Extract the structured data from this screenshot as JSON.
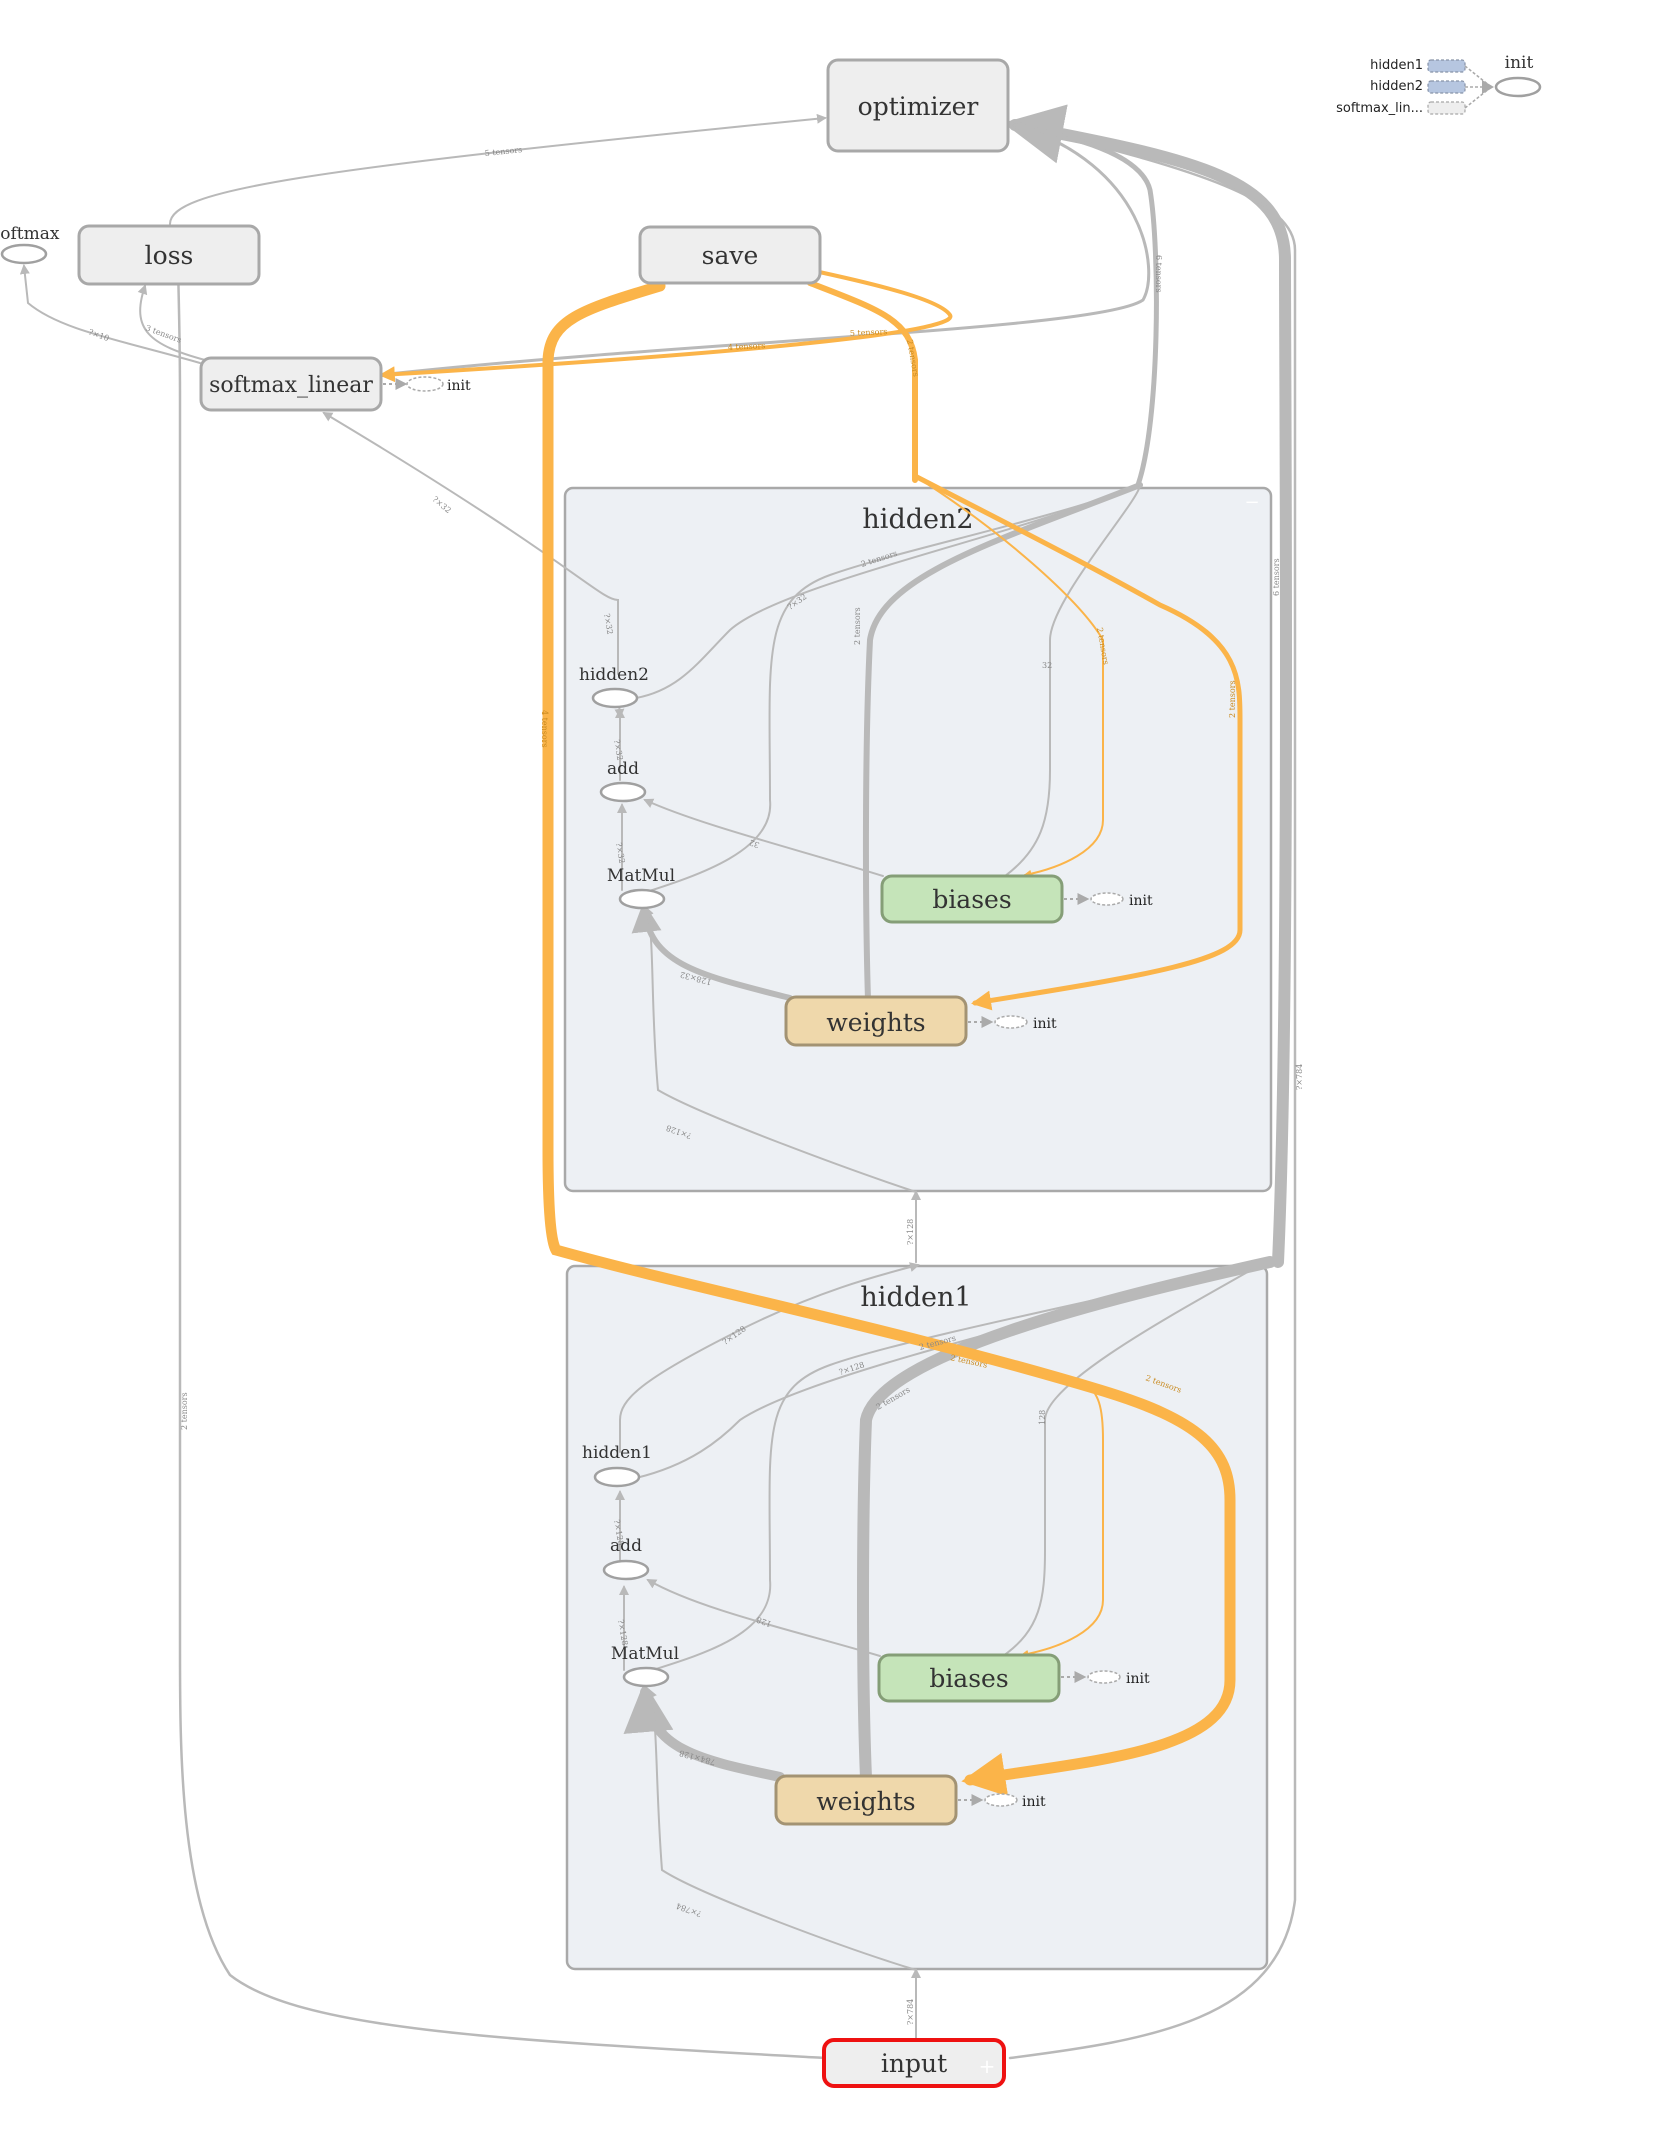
{
  "nodes": {
    "optimizer": "optimizer",
    "loss": "loss",
    "save": "save",
    "softmax_linear": "softmax_linear",
    "softmax_op": "Softmax",
    "input": "input",
    "init": "init",
    "init_legend": "init"
  },
  "hidden2": {
    "title": "hidden2",
    "op_output": "hidden2",
    "op_add": "add",
    "op_matmul": "MatMul",
    "biases": "biases",
    "weights": "weights",
    "biases_init": "init",
    "weights_init": "init"
  },
  "hidden1": {
    "title": "hidden1",
    "op_output": "hidden1",
    "op_add": "add",
    "op_matmul": "MatMul",
    "biases": "biases",
    "weights": "weights",
    "biases_init": "init",
    "weights_init": "init"
  },
  "legend": [
    "hidden1",
    "hidden2",
    "softmax_lin..."
  ],
  "edge_labels": {
    "loss_optimizer": "5 tensors",
    "softmax_optimizer": "4 tensors",
    "save_softmax": "5 tensors",
    "save_hidden2": "2 tensors",
    "save_hidden1": "4 tensors",
    "opt_hidden2": "6 tensors",
    "opt_hidden1": "6 tensors",
    "sl_softmax": "?×10",
    "sl_loss": "3 tensors",
    "h2_sl": "?×32",
    "h2_out_sl": "?×32",
    "h2_add": "?×32",
    "h2_matmul_add": "?×32",
    "h2_biases_add": "32",
    "h2_weights_matmul": "128×32",
    "h2_in_matmul": "?×128",
    "h2_w_out": "2 tensors",
    "h2_b_out": "32",
    "h2_out_grad": "2 tensors",
    "h2_save_b": "2 tensors",
    "h2_save_w": "2 tensors",
    "h2_mm_out": "?×32",
    "hidden1_hidden2": "?×128",
    "h1_out": "?×128",
    "h1_out2": "?×128",
    "h1_add": "?×128",
    "h1_matmul_add": "?×128",
    "h1_biases_add": "128",
    "h1_weights_matmul": "784×128",
    "h1_in_matmul": "?×784",
    "h1_w_out": "2 tensors",
    "h1_b_out": "128",
    "h1_save_w": "2 tensors",
    "h1_grad": "2 tensors",
    "h1_grad2": "2 tensors",
    "input_hidden1": "?×784",
    "input_loss": "2 tensors",
    "input_opt": "?×784"
  }
}
